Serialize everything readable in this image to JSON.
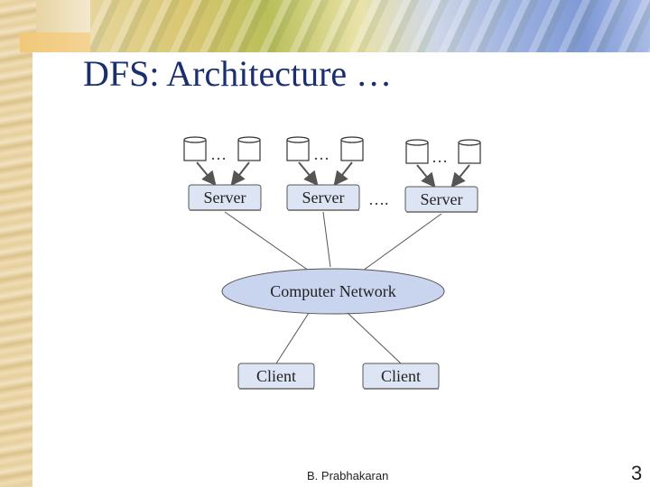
{
  "slide": {
    "title": "DFS: Architecture …",
    "footer": "B. Prabhakaran",
    "page_number": "3"
  },
  "diagram": {
    "disk_group_labels": [
      "…",
      "…",
      "…"
    ],
    "servers": [
      "Server",
      "Server",
      "Server"
    ],
    "server_ellipsis": "….",
    "network_label": "Computer Network",
    "clients": [
      "Client",
      "Client"
    ]
  },
  "colors": {
    "title": "#1b2f6e",
    "box_fill": "#dde5f4",
    "network_fill": "#c9d4ee",
    "line": "#555555"
  }
}
